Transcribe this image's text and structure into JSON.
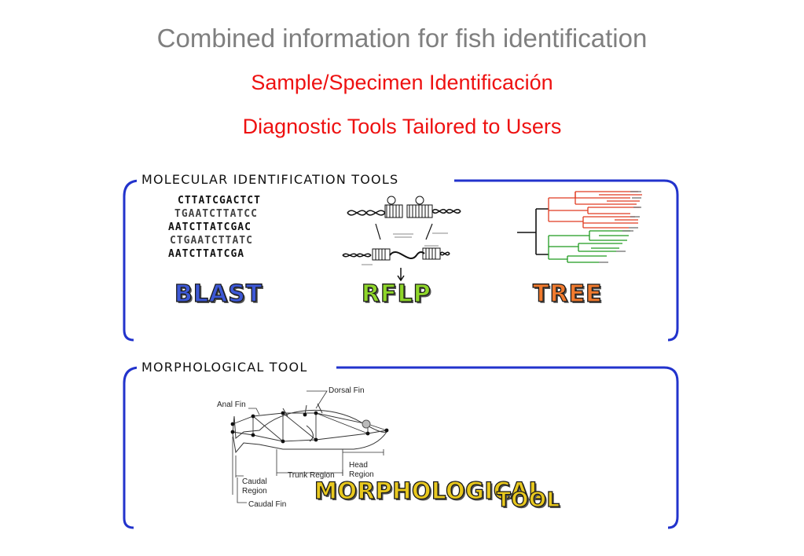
{
  "title": "Combined information for fish identification",
  "subtitles": [
    "Sample/Specimen Identificación",
    "Diagnostic Tools Tailored to Users"
  ],
  "molecular_panel": {
    "heading": "MOLECULAR IDENTIFICATION TOOLS",
    "sequences": [
      "CTTATCGACTCT",
      "TGAATCTTATCC",
      "AATCTTATCGAC",
      "CTGAATCTTATC",
      "AATCTTATCGA"
    ],
    "tools": [
      "BLAST",
      "RFLP",
      "TREE"
    ]
  },
  "morphological_panel": {
    "heading": "MORPHOLOGICAL TOOL",
    "labels": {
      "dorsal_fin": "Dorsal Fin",
      "anal_fin": "Anal Fin",
      "caudal_region": "Caudal Region",
      "trunk_region": "Trunk Region",
      "head_region": "Head Region",
      "caudal_fin": "Caudal Fin"
    },
    "logo_word_1": "MORPHOLOGICAL",
    "logo_word_2": "TOOL"
  },
  "colors": {
    "title": "#7f7f7f",
    "subtitle": "#ee1111",
    "panel_border": "#2233cc",
    "blast_fill": "#3d58d6",
    "rflp_fill": "#8fd62a",
    "tree_fill": "#f07a2e",
    "morph_fill": "#e8c81e",
    "tree_red": "#e03a20",
    "tree_green": "#1f9a1f"
  }
}
